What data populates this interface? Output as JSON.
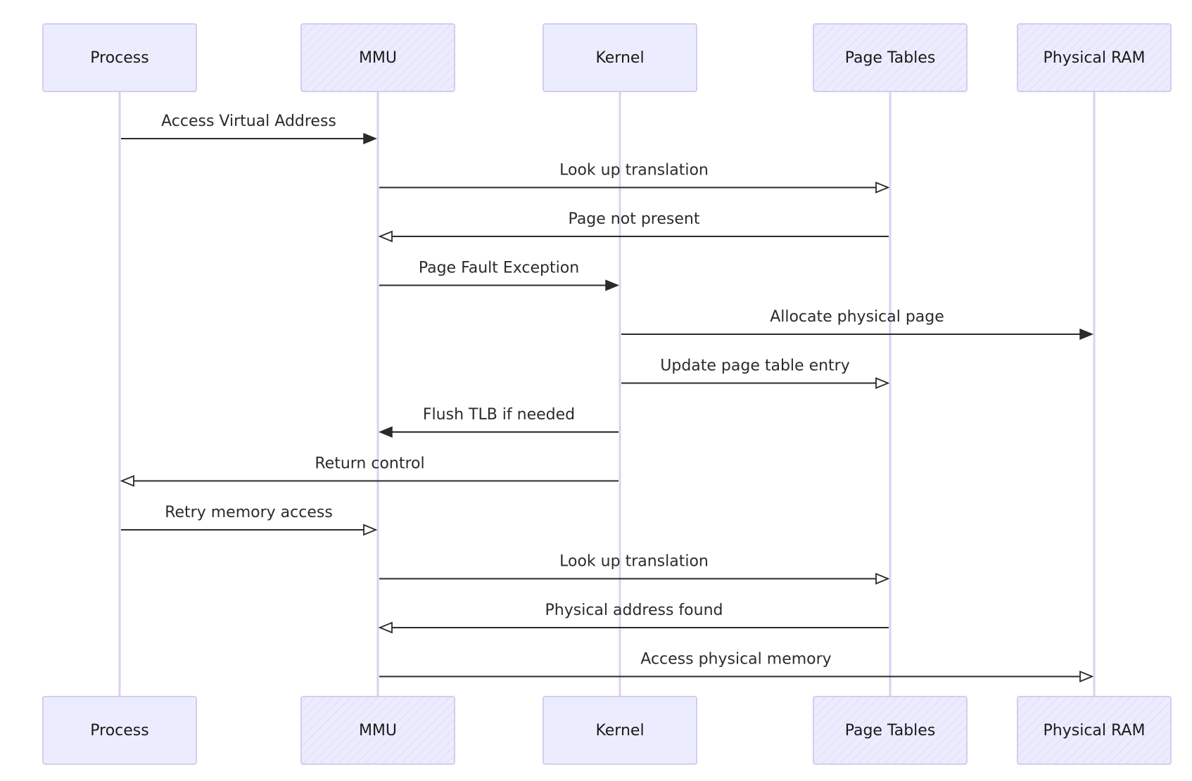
{
  "diagram": {
    "type": "sequence",
    "participants": [
      {
        "id": "process",
        "name": "Process",
        "hatched": false
      },
      {
        "id": "mmu",
        "name": "MMU",
        "hatched": true
      },
      {
        "id": "kernel",
        "name": "Kernel",
        "hatched": false
      },
      {
        "id": "pagetables",
        "name": "Page Tables",
        "hatched": true
      },
      {
        "id": "ram",
        "name": "Physical RAM",
        "hatched": true
      }
    ],
    "messages": [
      {
        "from": "process",
        "to": "mmu",
        "text": "Access Virtual Address",
        "arrow": "solid"
      },
      {
        "from": "mmu",
        "to": "pagetables",
        "text": "Look up translation",
        "arrow": "open"
      },
      {
        "from": "pagetables",
        "to": "mmu",
        "text": "Page not present",
        "arrow": "open"
      },
      {
        "from": "mmu",
        "to": "kernel",
        "text": "Page Fault Exception",
        "arrow": "solid"
      },
      {
        "from": "kernel",
        "to": "ram",
        "text": "Allocate physical page",
        "arrow": "solid"
      },
      {
        "from": "kernel",
        "to": "pagetables",
        "text": "Update page table entry",
        "arrow": "open"
      },
      {
        "from": "kernel",
        "to": "mmu",
        "text": "Flush TLB if needed",
        "arrow": "solid"
      },
      {
        "from": "kernel",
        "to": "process",
        "text": "Return control",
        "arrow": "open"
      },
      {
        "from": "process",
        "to": "mmu",
        "text": "Retry memory access",
        "arrow": "open"
      },
      {
        "from": "mmu",
        "to": "pagetables",
        "text": "Look up translation",
        "arrow": "open"
      },
      {
        "from": "pagetables",
        "to": "mmu",
        "text": "Physical address found",
        "arrow": "open"
      },
      {
        "from": "mmu",
        "to": "ram",
        "text": "Access physical memory",
        "arrow": "open"
      }
    ]
  },
  "colors": {
    "actor_fill": "#ececff",
    "actor_stroke": "#d3cdf0",
    "lifeline": "#d8d2f2",
    "message": "#2b2b2b"
  }
}
